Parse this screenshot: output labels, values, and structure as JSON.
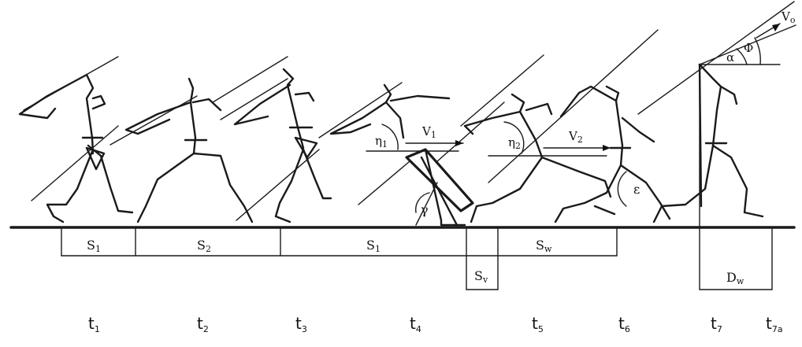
{
  "segments": [
    {
      "id": "s1a",
      "label": "S",
      "sub": "1"
    },
    {
      "id": "s2",
      "label": "S",
      "sub": "2"
    },
    {
      "id": "s1b",
      "label": "S",
      "sub": "1"
    },
    {
      "id": "sw",
      "label": "S",
      "sub": "w"
    },
    {
      "id": "sv",
      "label": "S",
      "sub": "v"
    },
    {
      "id": "dw",
      "label": "D",
      "sub": "w"
    }
  ],
  "times": [
    {
      "label": "t",
      "sub": "1"
    },
    {
      "label": "t",
      "sub": "2"
    },
    {
      "label": "t",
      "sub": "3"
    },
    {
      "label": "t",
      "sub": "4"
    },
    {
      "label": "t",
      "sub": "5"
    },
    {
      "label": "t",
      "sub": "6"
    },
    {
      "label": "t",
      "sub": "7"
    },
    {
      "label": "t",
      "sub": "7a"
    }
  ],
  "annotations": {
    "eta1": {
      "label": "η",
      "sub": "1"
    },
    "eta2": {
      "label": "η",
      "sub": "2"
    },
    "v1": {
      "label": "V",
      "sub": "1"
    },
    "v2": {
      "label": "V",
      "sub": "2"
    },
    "v0": {
      "label": "V",
      "sub": "o"
    },
    "gamma": "γ",
    "epsilon": "ε",
    "alpha": "α",
    "phi": "Φ"
  }
}
